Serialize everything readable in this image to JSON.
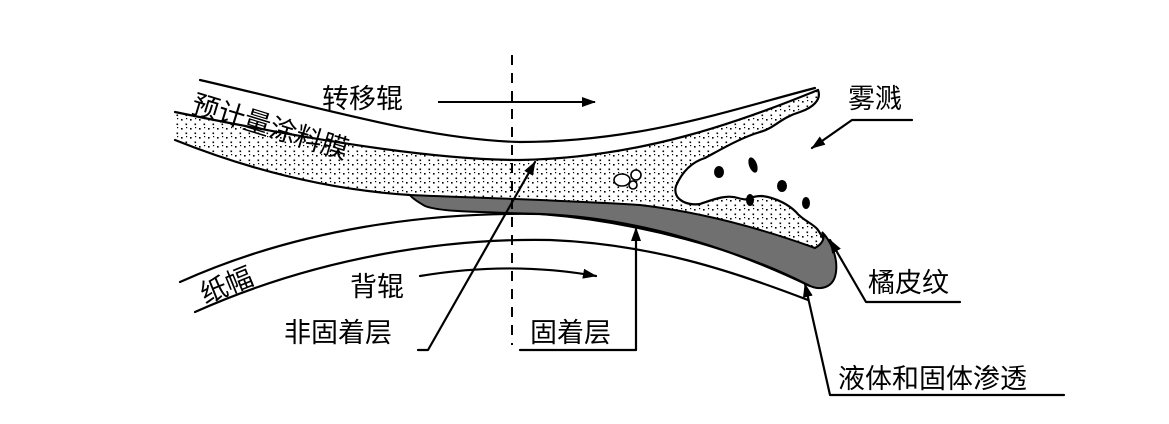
{
  "labels": {
    "transfer_roll": "转移辊",
    "metered_film": "预计量涂料膜",
    "misting": "雾溅",
    "paper_web": "纸幅",
    "backing_roll": "背辊",
    "non_fixed_layer": "非固着层",
    "fixed_layer": "固着层",
    "orange_peel": "橘皮纹",
    "liquid_solid_penetration": "液体和固体渗透"
  },
  "colors": {
    "line": "#000000",
    "fixed_layer_fill": "#707070",
    "background": "#ffffff",
    "coating_dots": "#000000"
  }
}
